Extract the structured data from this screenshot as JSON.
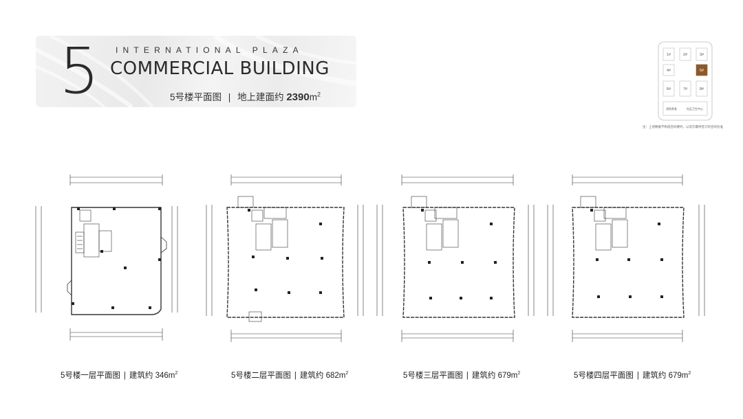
{
  "header": {
    "number": "5",
    "subtitle": "INTERNATIONAL PLAZA",
    "title": "COMMERCIAL BUILDING",
    "area_label": "5号楼平面图",
    "separator": "|",
    "area_text": "地上建面约",
    "area_value": "2390",
    "area_unit": "m",
    "area_unit_sup": "2"
  },
  "keymap": {
    "cells": [
      "1#",
      "2#",
      "3#",
      "4#",
      "5#",
      "6#",
      "7#",
      "8#"
    ],
    "highlight": "5#",
    "bottom_left": "消防养老",
    "bottom_right": "社区卫生中心",
    "highlight_color": "#8a5a2b",
    "note": "注：上述数据不构成合同要约，以双方最终签订的合同为准"
  },
  "plans": [
    {
      "name": "5号楼一层平面图",
      "area_text": "建筑约",
      "area_value": "346",
      "unit": "m",
      "sup": "2"
    },
    {
      "name": "5号楼二层平面图",
      "area_text": "建筑约",
      "area_value": "682",
      "unit": "m",
      "sup": "2"
    },
    {
      "name": "5号楼三层平面图",
      "area_text": "建筑约",
      "area_value": "679",
      "unit": "m",
      "sup": "2"
    },
    {
      "name": "5号楼四层平面图",
      "area_text": "建筑约",
      "area_value": "679",
      "unit": "m",
      "sup": "2"
    }
  ]
}
